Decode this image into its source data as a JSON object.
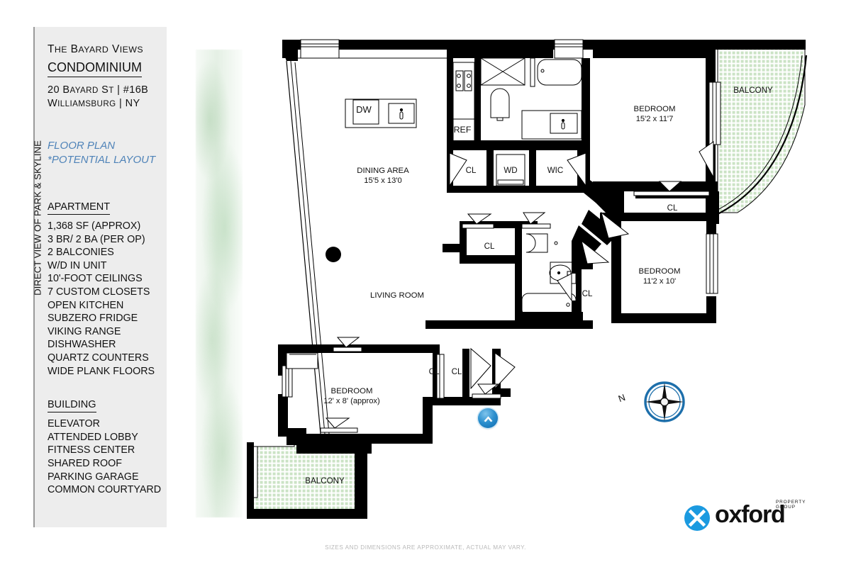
{
  "colors": {
    "panel_bg": "#ededed",
    "panel_border": "#9a9a9a",
    "accent_blue": "#4f83b8",
    "logo_blue": "#1b9ae0",
    "balcony_green": "#c9e2c3",
    "wall_black": "#000000",
    "disclaimer_grey": "#b9b9b9"
  },
  "info_panel": {
    "brand_name": "The Bayard Views",
    "brand_type": "CONDOMINIUM",
    "address_line_1": "20 Bayard St | #16B",
    "address_line_2": "Williamsburg | NY",
    "plan_kicker_line_1": "Floor Plan",
    "plan_kicker_line_2": "*Potential Layout",
    "apartment_heading": "Apartment",
    "apartment_features": [
      "1,368 SF (Approx)",
      "3 Br/ 2 Ba (Per OP)",
      "2 Balconies",
      "W/D in Unit",
      "10'-Foot Ceilings",
      "7 Custom Closets",
      "Open Kitchen",
      "Subzero Fridge",
      "Viking Range",
      "Dishwasher",
      "Quartz Counters",
      "Wide Plank Floors"
    ],
    "building_heading": "Building",
    "building_features": [
      "Elevator",
      "Attended Lobby",
      "Fitness Center",
      "Shared Roof",
      "Parking Garage",
      "Common Courtyard"
    ]
  },
  "view_label": "Direct View of Park & Skyline",
  "floorplan": {
    "rooms": [
      {
        "id": "dining-area",
        "name": "Dining Area",
        "dimensions": "15'5 x 13'0"
      },
      {
        "id": "living-room",
        "name": "Living Room",
        "dimensions": ""
      },
      {
        "id": "bedroom-main",
        "name": "Bedroom",
        "dimensions": "15'2 x 11'7"
      },
      {
        "id": "bedroom-two",
        "name": "Bedroom",
        "dimensions": "11'2 x 10'"
      },
      {
        "id": "bedroom-three",
        "name": "Bedroom",
        "dimensions": "12' x 8' (approx)"
      }
    ],
    "tags": {
      "dishwasher": "DW",
      "refrigerator": "REF",
      "closet": "CL",
      "washer_dryer": "WD",
      "walk_in_closet": "WIC",
      "balcony": "Balcony"
    },
    "closet_count_visible": 6,
    "balcony_count": 2
  },
  "compass": {
    "north_label": "N"
  },
  "up_button": {
    "icon": "chevron-up-icon"
  },
  "logo": {
    "word": "oxford",
    "tagline": "PROPERTY GROUP"
  },
  "disclaimer": "SIZES AND DIMENSIONS ARE APPROXIMATE, ACTUAL MAY VARY."
}
